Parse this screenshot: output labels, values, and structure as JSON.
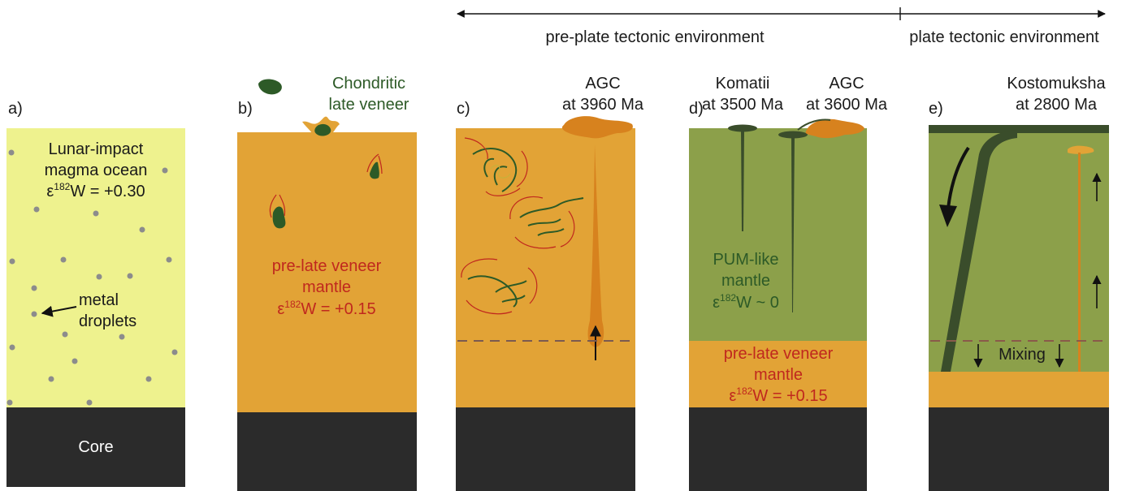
{
  "colors": {
    "magma_ocean": "#eef28e",
    "mantle_orange": "#e2a336",
    "pum_green": "#8ca04a",
    "core": "#2b2b2b",
    "dark_green": "#3a4d2b",
    "plume_orange": "#d7821e",
    "text_red": "#c0281e",
    "text_green": "#2d5a27"
  },
  "timeline": {
    "pre_plate": "pre-plate tectonic environment",
    "plate": "plate tectonic environment"
  },
  "panels": {
    "a": {
      "letter": "a)",
      "ocean_line1": "Lunar-impact",
      "ocean_line2": "magma ocean",
      "eps_prefix": "ε",
      "eps_sup": "182",
      "eps_suffix": "W = +0.30",
      "droplets_line1": "metal",
      "droplets_line2": "droplets",
      "core": "Core"
    },
    "b": {
      "letter": "b)",
      "veneer_line1": "Chondritic",
      "veneer_line2": "late veneer",
      "mantle_line1": "pre-late veneer",
      "mantle_line2": "mantle",
      "eps_prefix": "ε",
      "eps_sup": "182",
      "eps_suffix": "W = +0.15"
    },
    "c": {
      "letter": "c)",
      "title_line1": "AGC",
      "title_line2": "at 3960 Ma"
    },
    "d": {
      "letter": "d)",
      "komatii_line1": "Komatii",
      "komatii_line2": "at 3500 Ma",
      "agc_line1": "AGC",
      "agc_line2": "at 3600 Ma",
      "pum_line1": "PUM-like",
      "pum_line2": "mantle",
      "pum_eps_prefix": "ε",
      "pum_eps_sup": "182",
      "pum_eps_suffix": "W ~ 0",
      "mantle_line1": "pre-late veneer",
      "mantle_line2": "mantle",
      "eps_prefix": "ε",
      "eps_sup": "182",
      "eps_suffix": "W = +0.15"
    },
    "e": {
      "letter": "e)",
      "title_line1": "Kostomuksha",
      "title_line2": "at 2800 Ma",
      "mixing": "Mixing"
    }
  }
}
